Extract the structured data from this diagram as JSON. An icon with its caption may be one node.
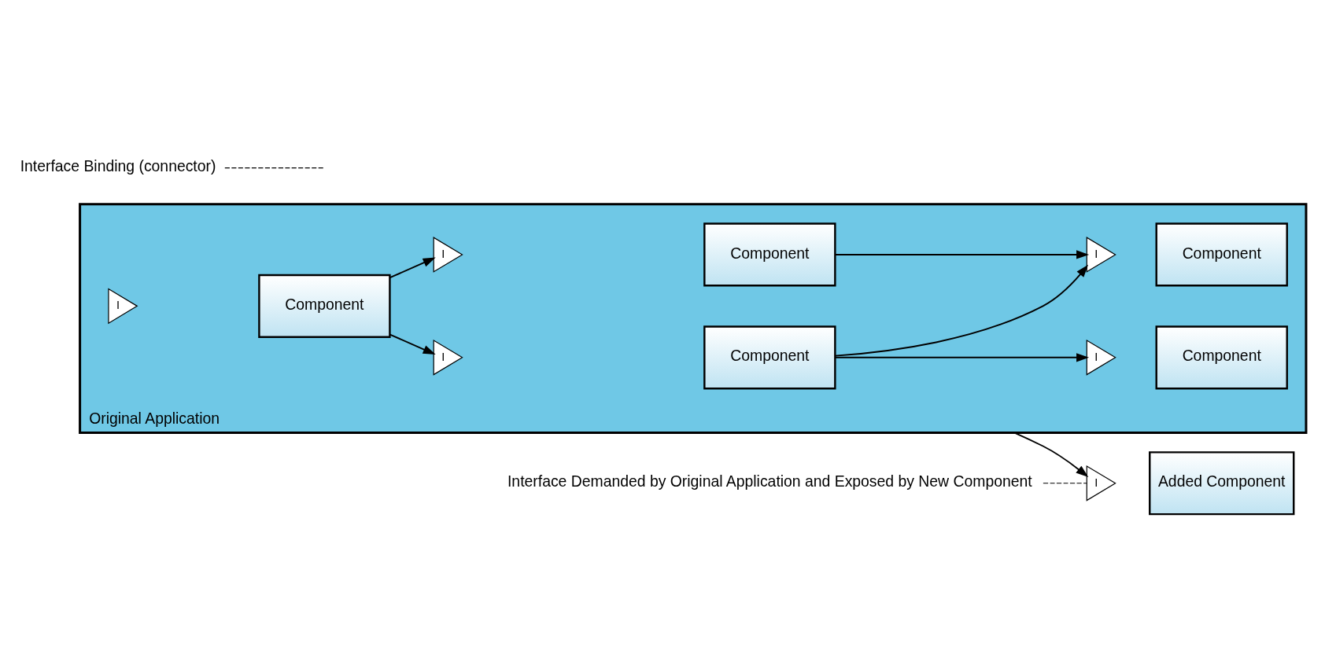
{
  "diagram": {
    "nodes": [
      {
        "text": [
          "Original Application"
        ]
      },
      {
        "text": [
          "I"
        ],
        "in": 0
      },
      {
        "text": [
          "Component"
        ],
        "in": 0
      },
      {
        "text": [
          "I"
        ],
        "in": 0
      },
      {
        "text": [
          "Component"
        ],
        "in": 0
      },
      {
        "text": [
          "I"
        ],
        "in": 0
      },
      {
        "text": [
          "Component"
        ],
        "in": 0
      },
      {
        "text": [
          "I"
        ],
        "in": 0
      },
      {
        "text": [
          "Component"
        ],
        "in": 0
      },
      {
        "text": [
          "I"
        ],
        "in": 0
      },
      {
        "text": [
          "Component"
        ],
        "in": 0
      },
      {
        "text": [
          "I"
        ]
      },
      {
        "text": [
          "Added Component"
        ]
      },
      {
        "text": [
          "Interface Demanded by Original Application and Exposed by New Component"
        ]
      },
      {
        "text": [
          "Interface Binding (connector)"
        ]
      }
    ],
    "edges": [
      {
        "from": 2,
        "to": 3,
        "arrow": "to"
      },
      {
        "from": 2,
        "to": 5,
        "arrow": "to"
      },
      {
        "from": 4,
        "to": 7,
        "arrow": "to"
      },
      {
        "from": 6,
        "to": 7,
        "arrow": "to"
      },
      {
        "from": 6,
        "to": 9,
        "arrow": "to"
      },
      {
        "from": 0,
        "to": 11,
        "arrow": "to"
      },
      {
        "from": 13,
        "to": 11,
        "arrow": "none",
        "style": "dashed"
      },
      {
        "from": 14,
        "to": null,
        "arrow": "none",
        "style": "dashed"
      }
    ]
  }
}
